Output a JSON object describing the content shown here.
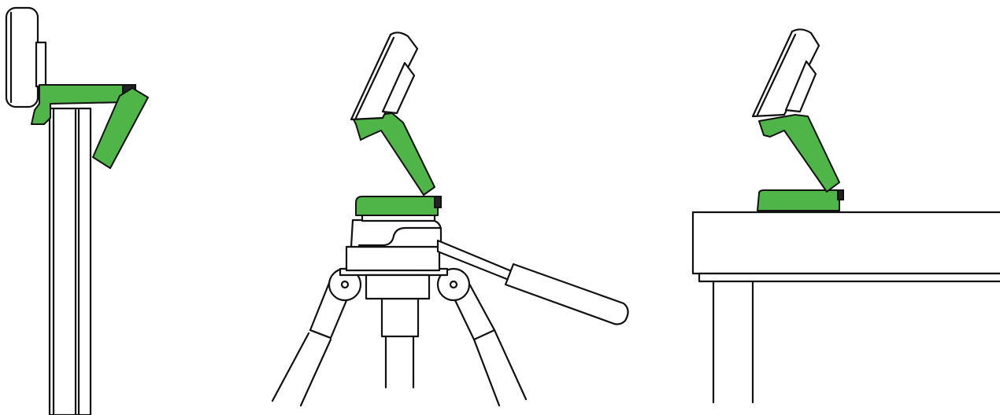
{
  "colors": {
    "accent": "#4fb548",
    "line": "#111111",
    "background": "#ffffff"
  },
  "figures": [
    {
      "id": "monitor-mount",
      "depicts": "webcam-clipped-on-monitor"
    },
    {
      "id": "tripod-mount",
      "depicts": "webcam-on-tripod"
    },
    {
      "id": "desk-mount",
      "depicts": "webcam-standing-on-desk"
    }
  ]
}
